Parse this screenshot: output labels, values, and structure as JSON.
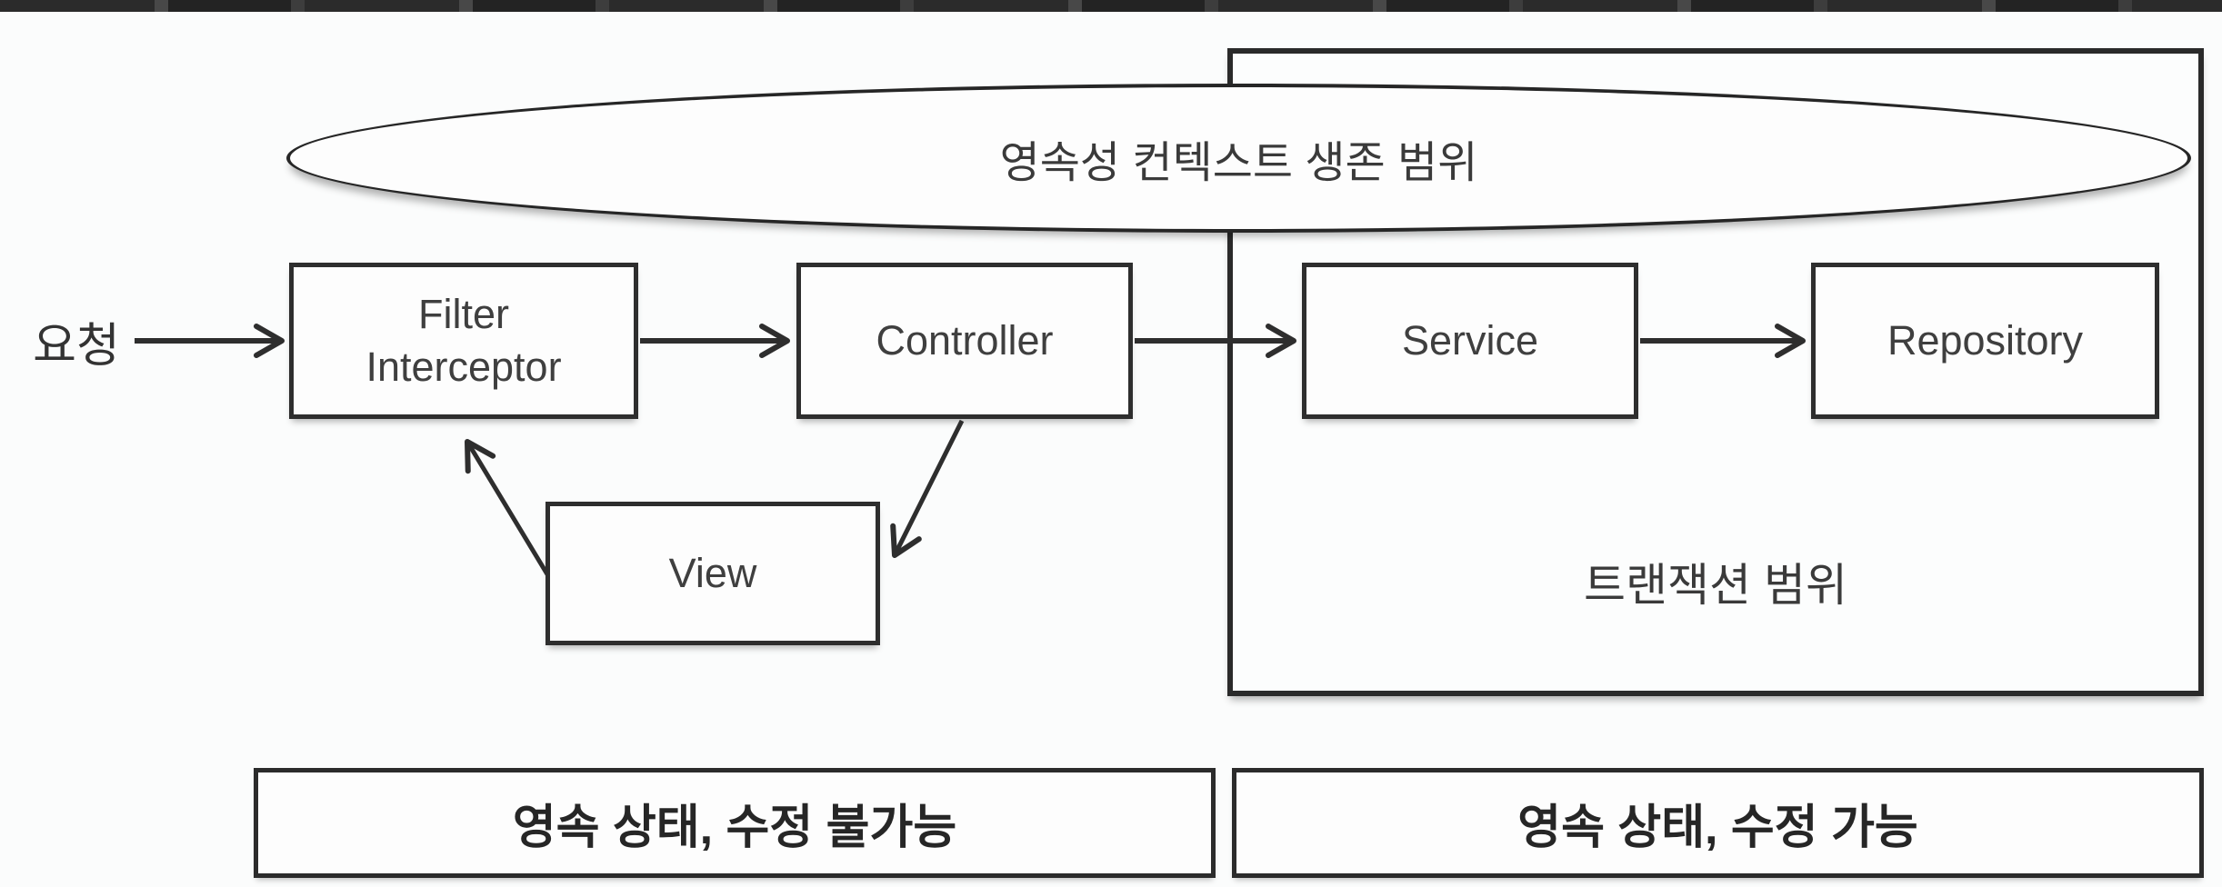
{
  "diagram": {
    "request_label": "요청",
    "persistence_context_label": "영속성 컨텍스트 생존 범위",
    "transaction_scope_label": "트랜잭션 범위",
    "nodes": {
      "filter_interceptor": {
        "line1": "Filter",
        "line2": "Interceptor"
      },
      "controller": "Controller",
      "service": "Service",
      "repository": "Repository",
      "view": "View"
    },
    "legend": {
      "left": "영속 상태, 수정 불가능",
      "right": "영속 상태, 수정 가능"
    },
    "colors": {
      "stroke": "#2e2e2e",
      "text": "#3a3a3a",
      "background": "#fbfcfc",
      "box_fill": "#fdfdfd",
      "top_bar": "#2b2b2b"
    }
  }
}
